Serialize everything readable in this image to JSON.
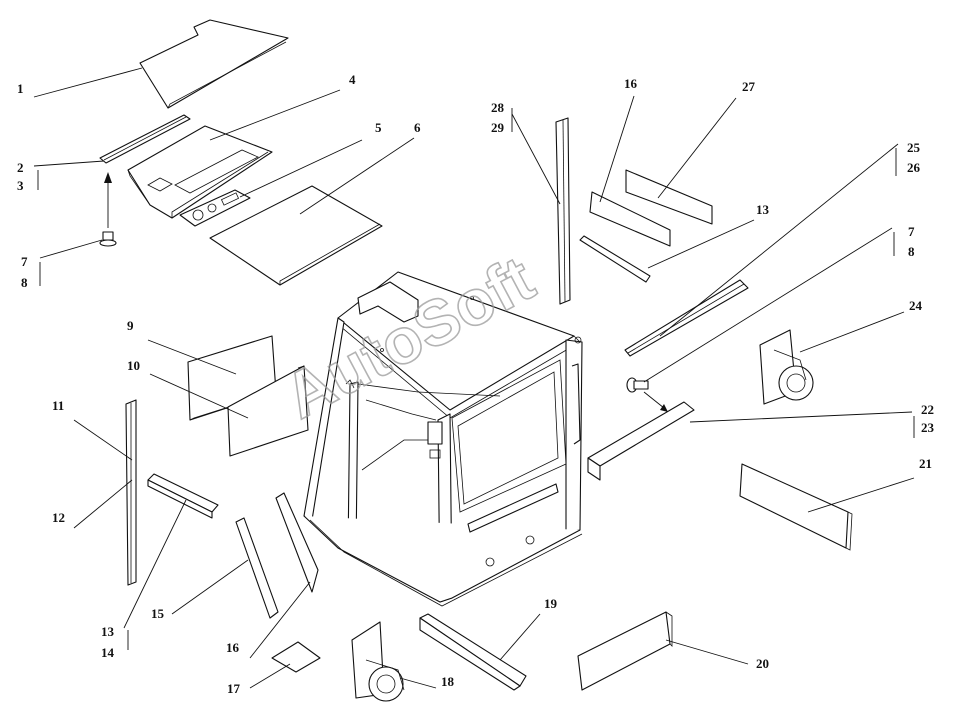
{
  "watermark": {
    "text": "AutoSoft"
  },
  "callouts": {
    "c1": "1",
    "c2": "2",
    "c3": "3",
    "c4": "4",
    "c5": "5",
    "c6": "6",
    "c7a": "7",
    "c8a": "8",
    "c7b": "7",
    "c8b": "8",
    "c9": "9",
    "c10": "10",
    "c11": "11",
    "c12": "12",
    "c13a": "13",
    "c13b": "13",
    "c14": "14",
    "c15": "15",
    "c16a": "16",
    "c16b": "16",
    "c17": "17",
    "c18": "18",
    "c19": "19",
    "c20": "20",
    "c21": "21",
    "c22": "22",
    "c23": "23",
    "c24": "24",
    "c25": "25",
    "c26": "26",
    "c27": "27",
    "c28": "28",
    "c29": "29"
  },
  "colors": {
    "line": "#111111",
    "watermark": "#9a9a9a",
    "background": "#ffffff"
  }
}
